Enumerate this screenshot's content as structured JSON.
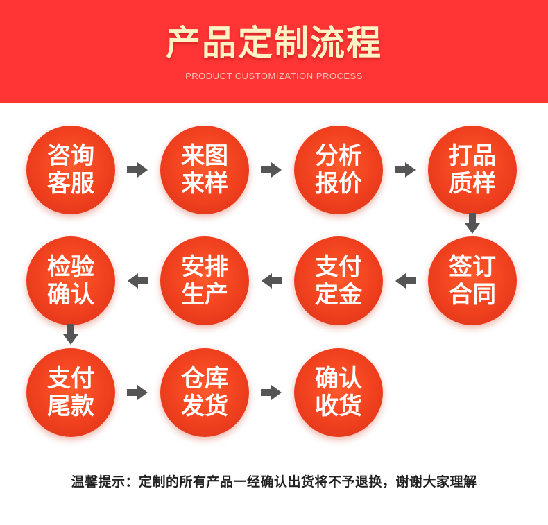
{
  "header": {
    "title": "产品定制流程",
    "subtitle": "PRODUCT CUSTOMIZATION PROCESS"
  },
  "steps": [
    {
      "line1": "咨询",
      "line2": "客服"
    },
    {
      "line1": "来图",
      "line2": "来样"
    },
    {
      "line1": "分析",
      "line2": "报价"
    },
    {
      "line1": "打品",
      "line2": "质样"
    },
    {
      "line1": "签订",
      "line2": "合同"
    },
    {
      "line1": "支付",
      "line2": "定金"
    },
    {
      "line1": "安排",
      "line2": "生产"
    },
    {
      "line1": "检验",
      "line2": "确认"
    },
    {
      "line1": "支付",
      "line2": "尾款"
    },
    {
      "line1": "仓库",
      "line2": "发货"
    },
    {
      "line1": "确认",
      "line2": "收货"
    }
  ],
  "footer": {
    "tip": "温馨提示：定制的所有产品一经确认出货将不予退换，谢谢大家理解"
  },
  "colors": {
    "banner": "#ff3535",
    "title": "#fff2c4",
    "circle": "#f0401e",
    "arrow": "#555555"
  }
}
